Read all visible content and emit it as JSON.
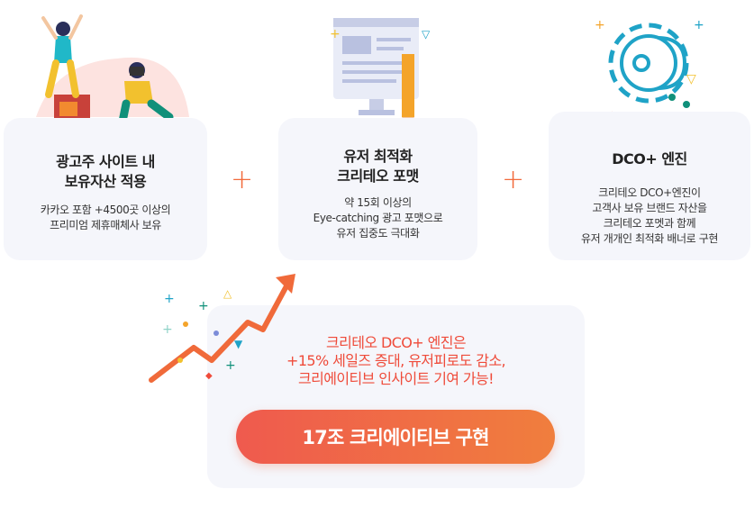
{
  "cards": [
    {
      "title_line1": "광고주 사이트 내",
      "title_line2": "보유자산 적용",
      "desc_line1": "카카오 포함 +4500곳 이상의",
      "desc_line2": "프리미엄 제휴매체사 보유"
    },
    {
      "title_line1": "유저 최적화",
      "title_line2": "크리테오 포맷",
      "desc_line1": "약 15회 이상의",
      "desc_line2": "Eye-catching 광고 포맷으로",
      "desc_line3": "유저 집중도 극대화"
    },
    {
      "title_line1": "DCO+ 엔진",
      "desc_line1": "크리테오 DCO+엔진이",
      "desc_line2": "고객사 보유 브랜드 자산을",
      "desc_line3": "크리테오 포멧과 함께",
      "desc_line4": "유저 개개인 최적화 배너로 구현"
    }
  ],
  "plus_sign": "+",
  "result": {
    "line1": "크리테오 DCO+ 엔진은",
    "line2": "+15% 세일즈 증대, 유저피로도 감소,",
    "line3": "크리에이티브 인사이트 기여 가능!",
    "button_label": "17조 크리에이티브 구현"
  },
  "colors": {
    "accent": "#f26a3b",
    "card_bg": "#f5f6fb",
    "teal": "#1fa3c7",
    "button_start": "#ef5a4e",
    "button_end": "#f07e3d"
  }
}
